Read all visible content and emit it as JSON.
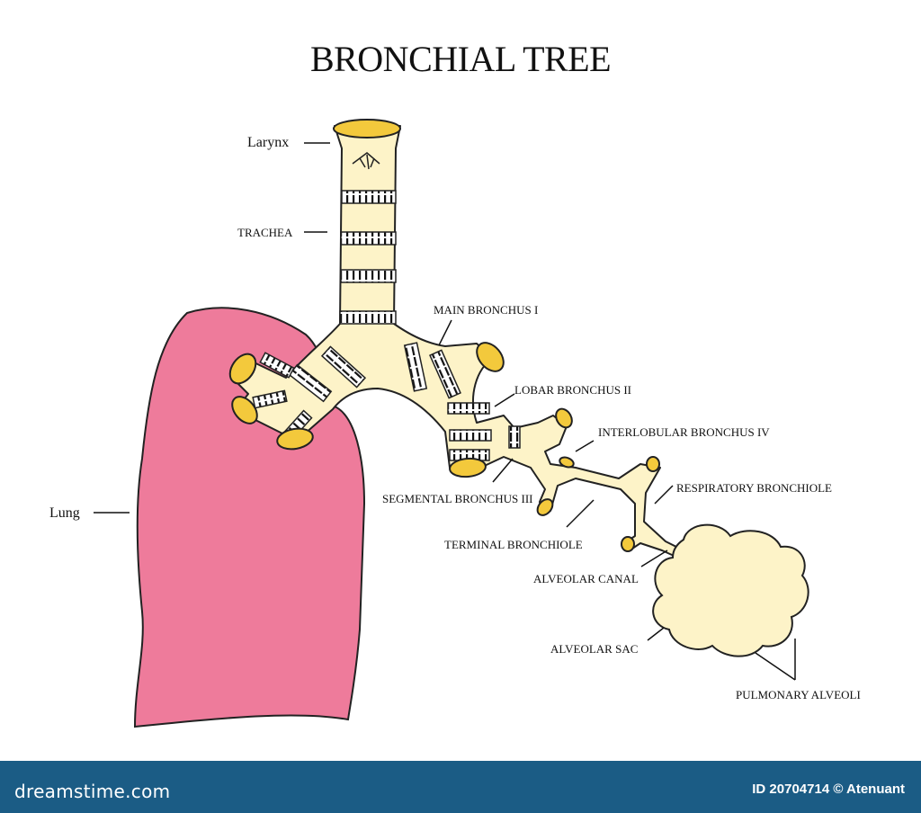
{
  "title": "BRONCHIAL TREE",
  "labels": {
    "larynx": "Larynx",
    "trachea": "TRACHEA",
    "main_bronchus": "MAIN BRONCHUS I",
    "lobar_bronchus": "LOBAR BRONCHUS II",
    "interlobular_bronchus": "INTERLOBULAR BRONCHUS IV",
    "segmental_bronchus": "SEGMENTAL BRONCHUS III",
    "respiratory_bronchiole": "RESPIRATORY BRONCHIOLE",
    "terminal_bronchiole": "TERMINAL BRONCHIOLE",
    "lung": "Lung",
    "alveolar_canal": "ALVEOLAR CANAL",
    "alveolar_sac": "ALVEOLAR SAC",
    "pulmonary_alveoli": "PULMONARY ALVEOLI"
  },
  "watermark": "dreamstime",
  "footer": {
    "brand": "dreamstime.com",
    "image_id": "ID 20704714 © Atenuant"
  },
  "colors": {
    "lung": "#ee7b9b",
    "airway": "#fdf3c8",
    "opening": "#f3c93c",
    "footer": "#1b5c85"
  }
}
